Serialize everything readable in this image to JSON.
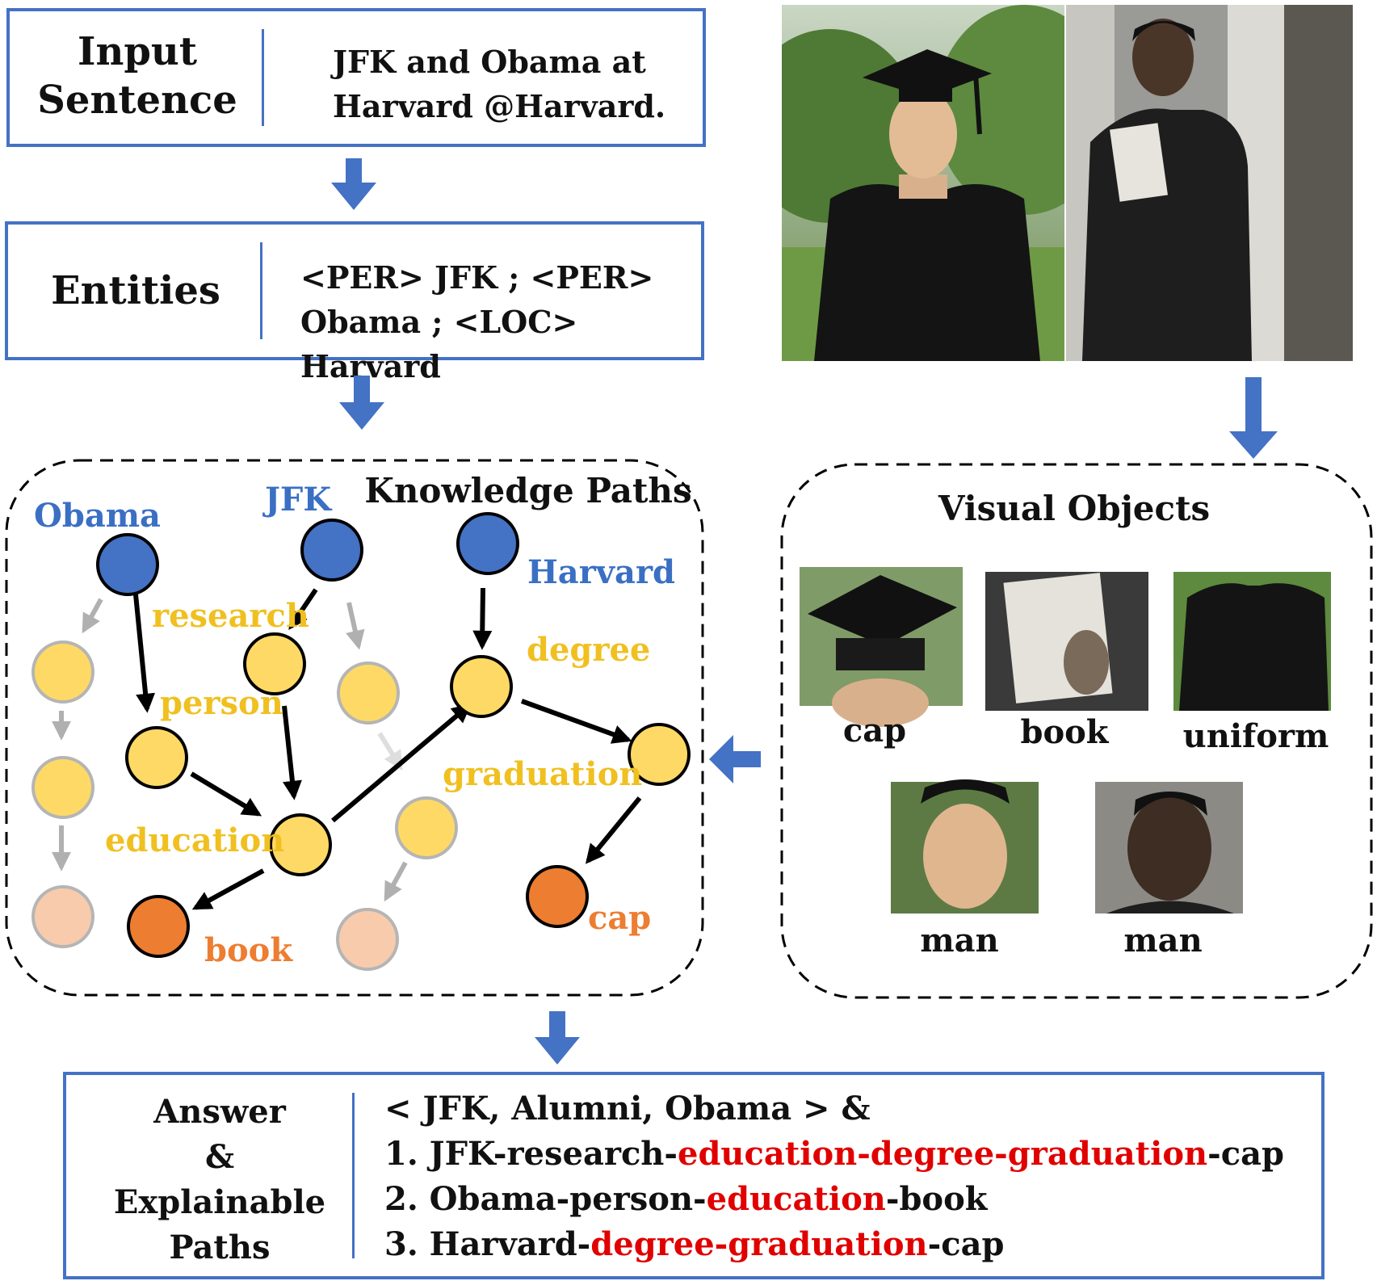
{
  "input": {
    "label_line1": "Input",
    "label_line2": "Sentence",
    "text_line1": "JFK  and  Obama at",
    "text_line2": "Harvard  @Harvard."
  },
  "entities": {
    "label": "Entities",
    "text_line1": "<PER> JFK ; <PER>",
    "text_line2": "Obama ; <LOC> Harvard"
  },
  "knowledge": {
    "title": "Knowledge Paths",
    "entities": [
      "Obama",
      "JFK",
      "Harvard"
    ],
    "concepts": [
      "research",
      "person",
      "education",
      "degree",
      "graduation"
    ],
    "objects": [
      "book",
      "cap"
    ]
  },
  "visual": {
    "title": "Visual Objects",
    "objects": [
      "cap",
      "book",
      "uniform",
      "man",
      "man"
    ]
  },
  "answer": {
    "label_lines": [
      "Answer",
      "&",
      "Explainable",
      "Paths"
    ],
    "triple": "< JFK, Alumni, Obama > &",
    "paths": [
      {
        "segments": [
          {
            "t": "1. JFK-research-",
            "hl": false
          },
          {
            "t": "education-degree-graduation",
            "hl": true
          },
          {
            "t": "-cap",
            "hl": false
          }
        ]
      },
      {
        "segments": [
          {
            "t": "2. Obama-person-",
            "hl": false
          },
          {
            "t": "education",
            "hl": true
          },
          {
            "t": "-book",
            "hl": false
          }
        ]
      },
      {
        "segments": [
          {
            "t": "3. Harvard-",
            "hl": false
          },
          {
            "t": "degree-graduation",
            "hl": true
          },
          {
            "t": "-cap",
            "hl": false
          }
        ]
      }
    ]
  },
  "colors": {
    "box_border": "#4472c4",
    "entity_node": "#4472c4",
    "concept_node": "#ffd966",
    "object_node": "#ed7d31",
    "faded_node": "#f8cbad",
    "concept_text": "#f0c020",
    "object_text": "#ed7d31",
    "entity_text": "#3a6fc4",
    "highlight": "#e00000"
  }
}
